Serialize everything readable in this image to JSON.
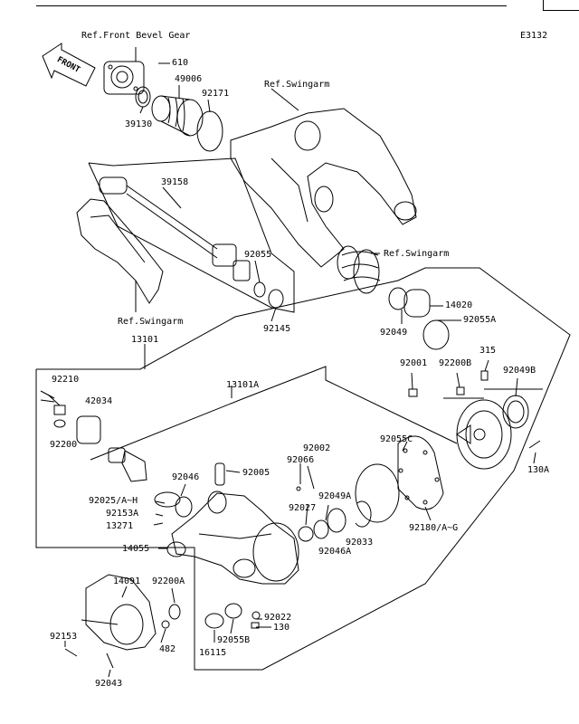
{
  "diagram_code": "E3132",
  "refs": {
    "front_bevel_gear": "Ref.Front Bevel Gear",
    "swingarm_top": "Ref.Swingarm",
    "swingarm_boot": "Ref.Swingarm",
    "swingarm_left": "Ref.Swingarm"
  },
  "front_arrow": "FRONT",
  "parts": {
    "p610": "610",
    "p49006": "49006",
    "p92171": "92171",
    "p39130": "39130",
    "p39158": "39158",
    "p92055": "92055",
    "p92145": "92145",
    "p13101": "13101",
    "p14020": "14020",
    "p92055A": "92055A",
    "p92049": "92049",
    "p315": "315",
    "p92001": "92001",
    "p92200B": "92200B",
    "p92049B": "92049B",
    "p92210": "92210",
    "p13101A": "13101A",
    "p42034": "42034",
    "p92200": "92200",
    "p92055C": "92055C",
    "p92002": "92002",
    "p92066": "92066",
    "p92005": "92005",
    "p92046": "92046",
    "p92049A": "92049A",
    "p92025": "92025/A~H",
    "p92153A": "92153A",
    "p13271": "13271",
    "p92027": "92027",
    "p92033": "92033",
    "p92046A": "92046A",
    "p92180": "92180/A~G",
    "p130A": "130A",
    "p14055": "14055",
    "p14091": "14091",
    "p92200A": "92200A",
    "p92022": "92022",
    "p130": "130",
    "p92055B": "92055B",
    "p16115": "16115",
    "p482": "482",
    "p92153": "92153",
    "p92043": "92043"
  }
}
